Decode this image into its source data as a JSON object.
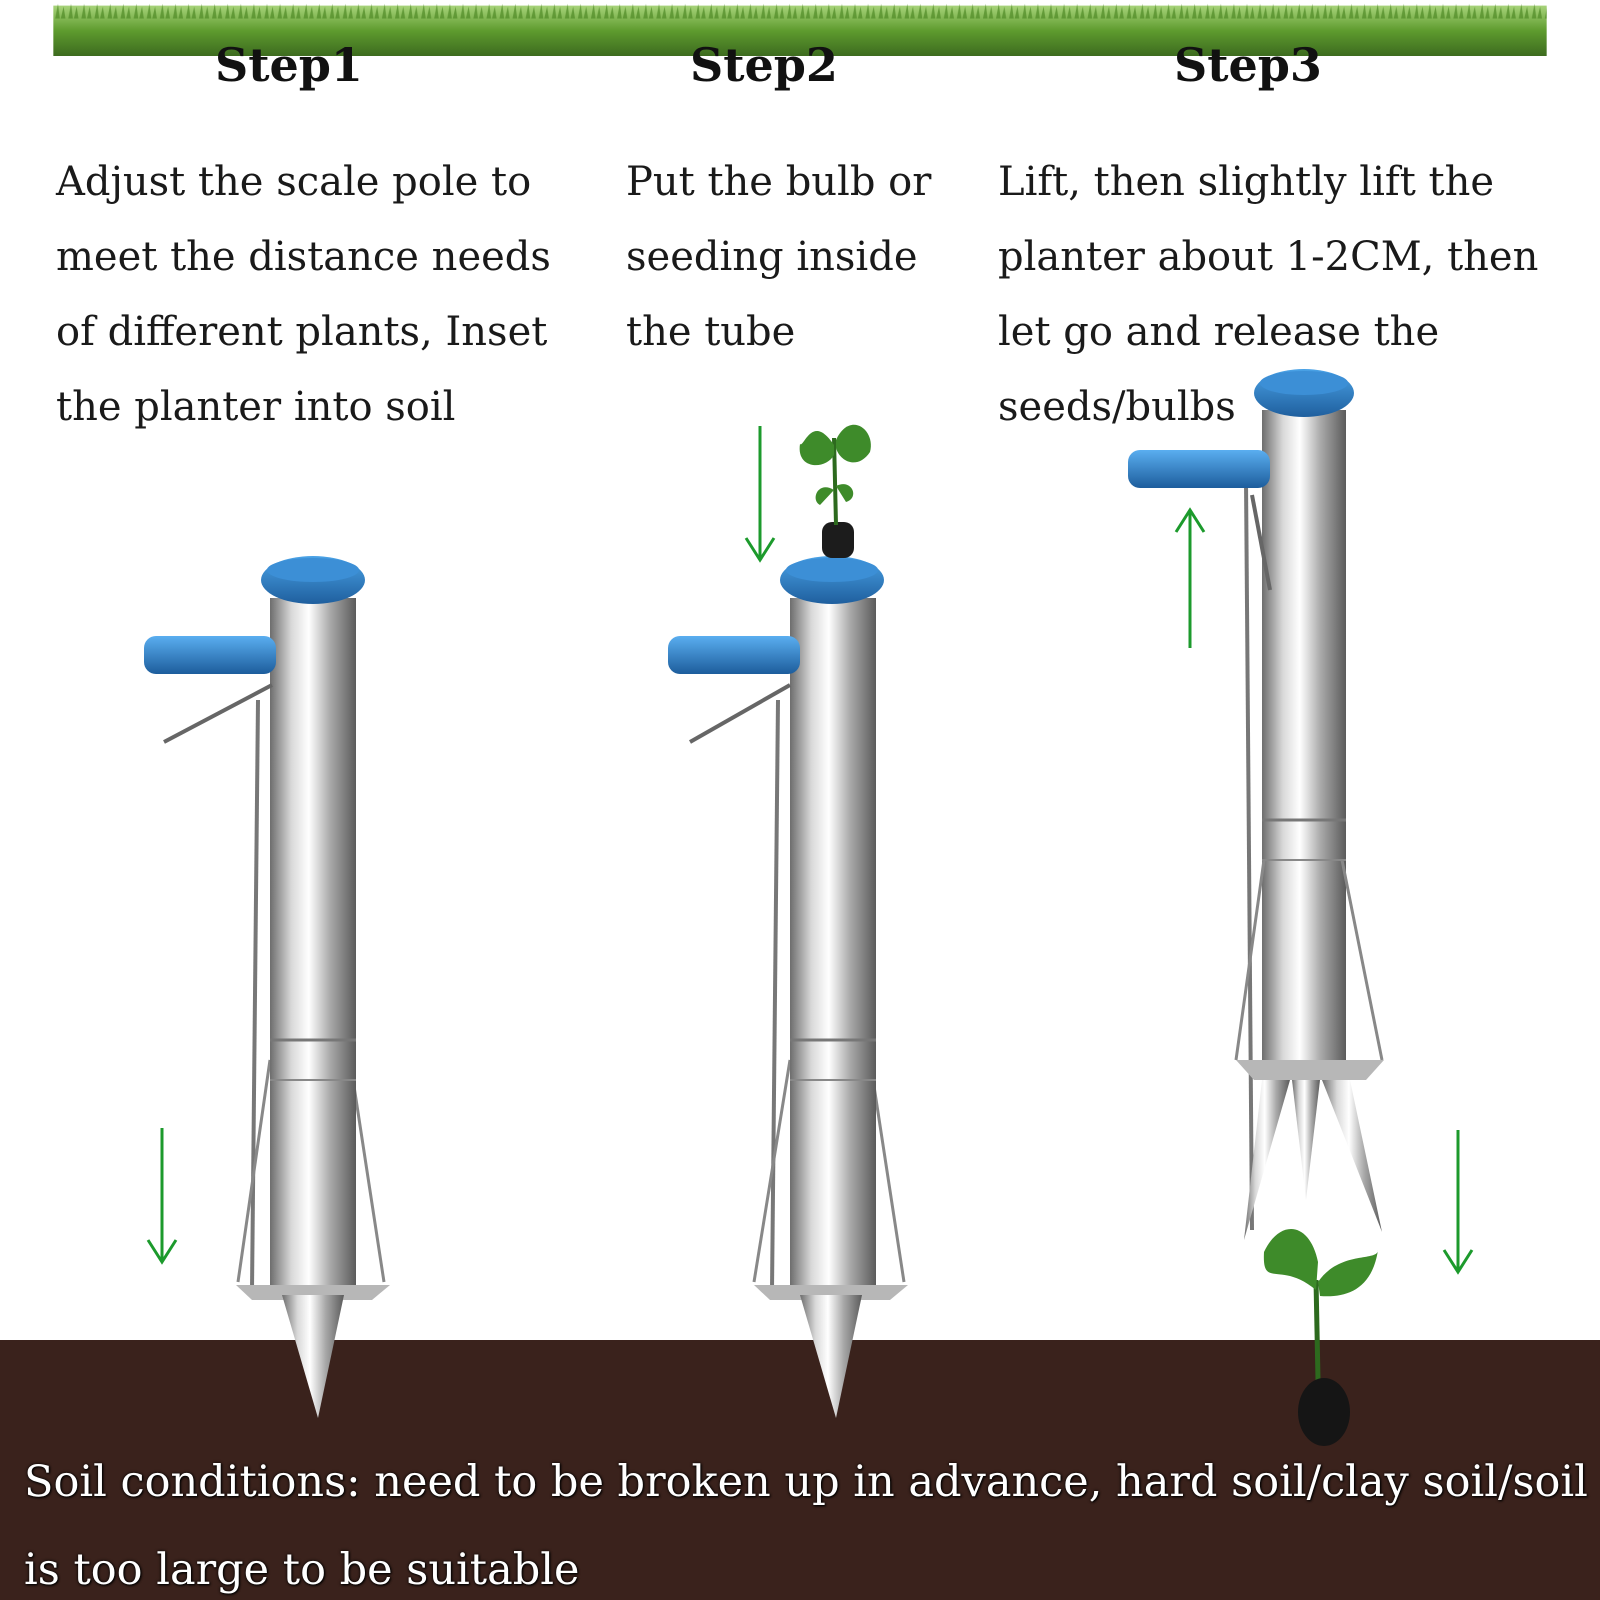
{
  "steps": [
    {
      "title": "Step1",
      "lines": [
        "Adjust the scale pole to",
        "meet the distance needs",
        "of different plants, Inset",
        "the planter into soil"
      ]
    },
    {
      "title": "Step2",
      "lines": [
        "Put the bulb or",
        "seeding inside",
        "the tube"
      ]
    },
    {
      "title": "Step3",
      "lines": [
        "Lift, then slightly lift the",
        "planter about 1-2CM, then",
        "let go and release the",
        "seeds/bulbs"
      ]
    }
  ],
  "note": {
    "lines": [
      "Soil conditions: need to be broken up in advance, hard soil/clay soil/soil",
      "is too large to be suitable"
    ]
  },
  "colors": {
    "arrow": "#1c9a2c",
    "cap": "#2f7fc4",
    "steel": "#c9c9c9",
    "grass": "#6fae3a",
    "soil": "#3a221c"
  }
}
